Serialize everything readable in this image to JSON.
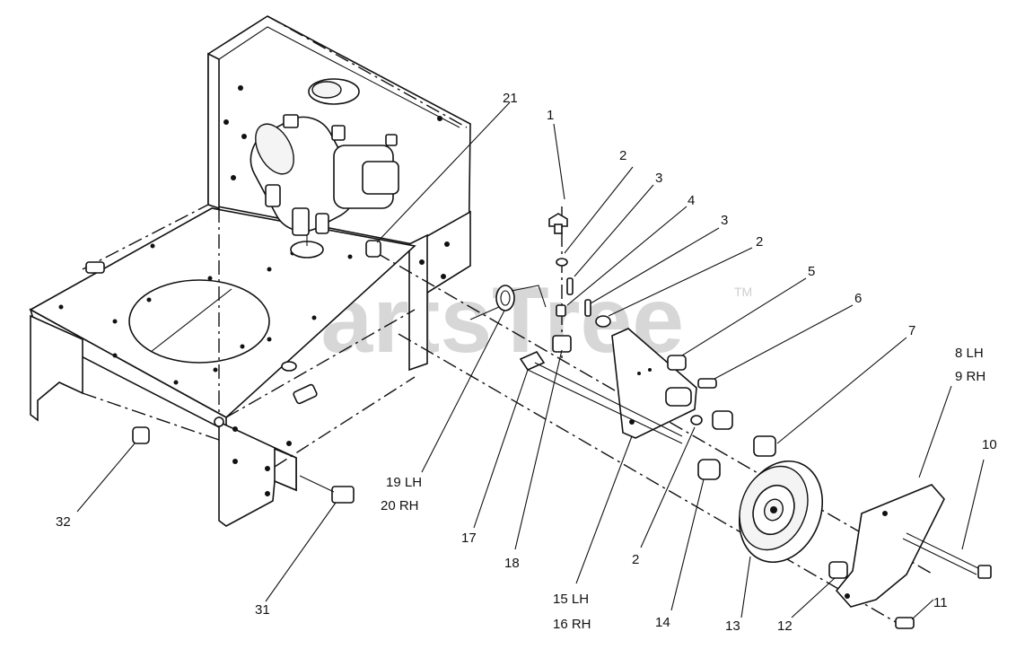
{
  "watermark": {
    "text": "PartsTree",
    "tm": "TM"
  },
  "callouts": [
    {
      "id": "c1",
      "text": "1"
    },
    {
      "id": "c2a",
      "text": "2"
    },
    {
      "id": "c3a",
      "text": "3"
    },
    {
      "id": "c4",
      "text": "4"
    },
    {
      "id": "c3b",
      "text": "3"
    },
    {
      "id": "c2b",
      "text": "2"
    },
    {
      "id": "c5",
      "text": "5"
    },
    {
      "id": "c6",
      "text": "6"
    },
    {
      "id": "c7",
      "text": "7"
    },
    {
      "id": "c8",
      "text": "8 LH"
    },
    {
      "id": "c9",
      "text": "9 RH"
    },
    {
      "id": "c10",
      "text": "10"
    },
    {
      "id": "c11",
      "text": "11"
    },
    {
      "id": "c12",
      "text": "12"
    },
    {
      "id": "c13",
      "text": "13"
    },
    {
      "id": "c14",
      "text": "14"
    },
    {
      "id": "c2c",
      "text": "2"
    },
    {
      "id": "c15",
      "text": "15 LH"
    },
    {
      "id": "c16",
      "text": "16 RH"
    },
    {
      "id": "c17",
      "text": "17"
    },
    {
      "id": "c18",
      "text": "18"
    },
    {
      "id": "c19",
      "text": "19 LH"
    },
    {
      "id": "c20",
      "text": "20 RH"
    },
    {
      "id": "c21",
      "text": "21"
    },
    {
      "id": "c31",
      "text": "31"
    },
    {
      "id": "c32",
      "text": "32"
    }
  ]
}
